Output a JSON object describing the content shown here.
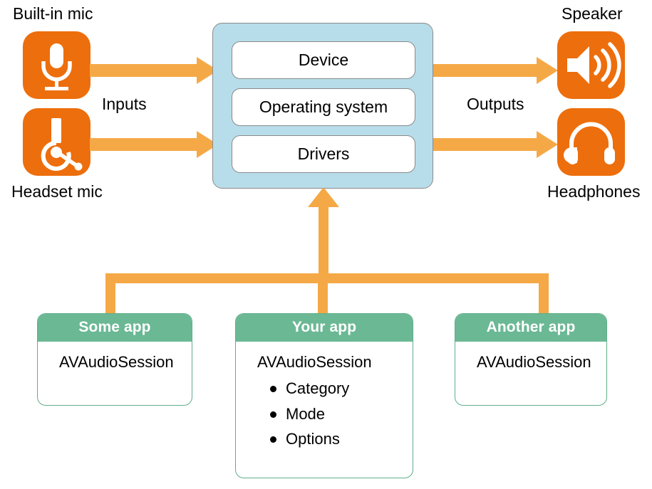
{
  "diagram": {
    "title": "iOS audio routing: inputs, system stack, outputs and app audio sessions",
    "colors": {
      "icon_tile_orange": "#ED6E0C",
      "flow_orange": "#F5A946",
      "stack_blue": "#B8DDEA",
      "stack_border_gray": "#8A8A8A",
      "card_green": "#6BB894",
      "card_border_green": "#5FAE8A",
      "text_black": "#000000",
      "white": "#FFFFFF"
    }
  },
  "inputs": {
    "flow_label": "Inputs",
    "devices": [
      {
        "label": "Built-in mic",
        "icon": "microphone-icon",
        "label_position": "above"
      },
      {
        "label": "Headset mic",
        "icon": "headset-mic-icon",
        "label_position": "below"
      }
    ]
  },
  "outputs": {
    "flow_label": "Outputs",
    "devices": [
      {
        "label": "Speaker",
        "icon": "speaker-waves-icon",
        "label_position": "above"
      },
      {
        "label": "Headphones",
        "icon": "headphones-icon",
        "label_position": "below"
      }
    ]
  },
  "system_stack": {
    "layers": [
      {
        "label": "Device"
      },
      {
        "label": "Operating system"
      },
      {
        "label": "Drivers"
      }
    ]
  },
  "apps": [
    {
      "title": "Some app",
      "api": "AVAudioSession",
      "properties": []
    },
    {
      "title": "Your app",
      "api": "AVAudioSession",
      "properties": [
        "Category",
        "Mode",
        "Options"
      ]
    },
    {
      "title": "Another app",
      "api": "AVAudioSession",
      "properties": []
    }
  ]
}
